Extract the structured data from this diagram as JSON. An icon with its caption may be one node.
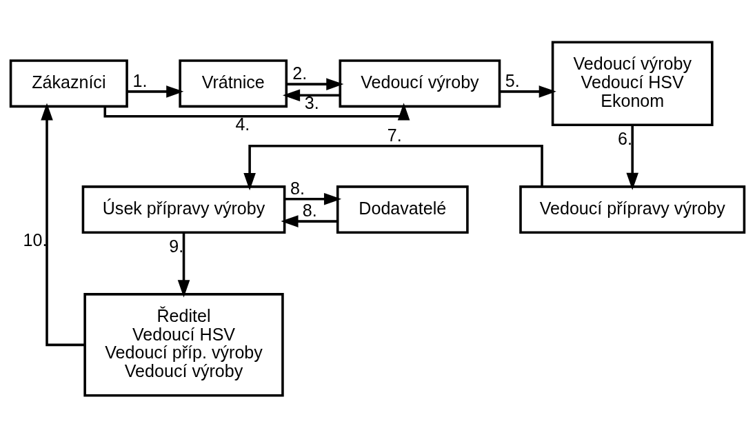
{
  "diagram": {
    "nodes": [
      {
        "text": [
          "Zákazníci"
        ]
      },
      {
        "text": [
          "Vrátnice"
        ]
      },
      {
        "text": [
          "Vedoucí výroby"
        ]
      },
      {
        "text": [
          "Vedoucí výroby",
          "Vedoucí HSV",
          "Ekonom"
        ]
      },
      {
        "text": [
          "Vedoucí přípravy výroby"
        ]
      },
      {
        "text": [
          "Úsek přípravy výroby"
        ]
      },
      {
        "text": [
          "Dodavatelé"
        ]
      },
      {
        "text": [
          "Ředitel",
          "Vedoucí HSV",
          "Vedoucí příp. výroby",
          "Vedoucí výroby"
        ]
      }
    ],
    "edges": [
      {
        "from": 0,
        "to": 1,
        "arrow": "to",
        "label": "1."
      },
      {
        "from": 1,
        "to": 2,
        "arrow": "to",
        "label": "2."
      },
      {
        "from": 2,
        "to": 1,
        "arrow": "to",
        "label": "3."
      },
      {
        "from": 0,
        "to": 2,
        "arrow": "to",
        "label": "4."
      },
      {
        "from": 2,
        "to": 3,
        "arrow": "to",
        "label": "5."
      },
      {
        "from": 3,
        "to": 4,
        "arrow": "to",
        "label": "6."
      },
      {
        "from": 4,
        "to": 5,
        "arrow": "to",
        "label": "7."
      },
      {
        "from": 5,
        "to": 6,
        "arrow": "to",
        "label": "8."
      },
      {
        "from": 6,
        "to": 5,
        "arrow": "to",
        "label": "8."
      },
      {
        "from": 5,
        "to": 7,
        "arrow": "to",
        "label": "9."
      },
      {
        "from": 7,
        "to": 0,
        "arrow": "to",
        "label": "10."
      }
    ]
  }
}
